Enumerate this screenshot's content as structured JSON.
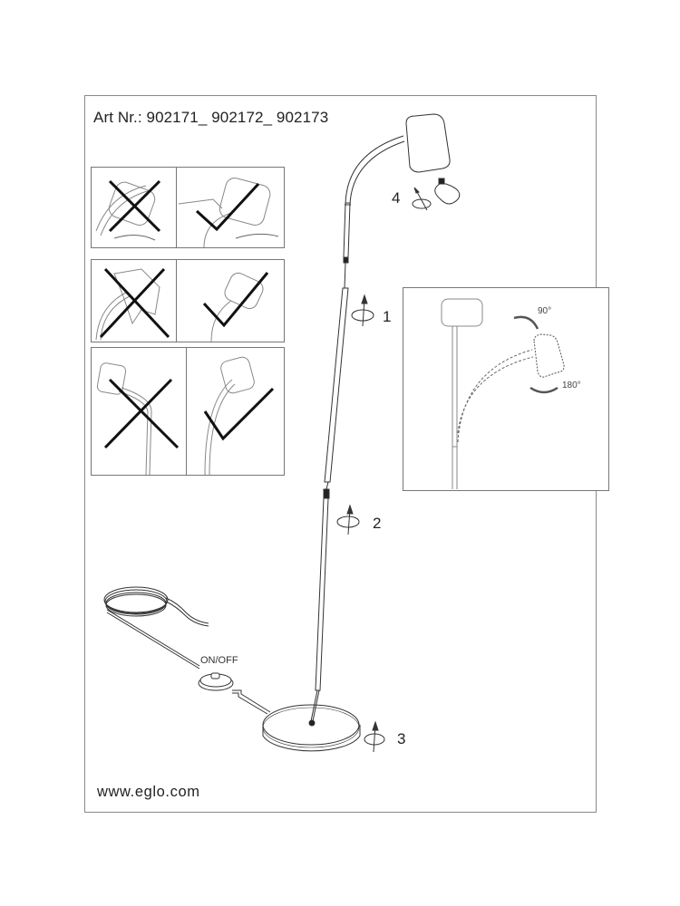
{
  "document": {
    "header": {
      "article_number": "Art Nr.:  902171_ 902172_ 902173"
    },
    "footer": {
      "website": "www.eglo.com"
    },
    "steps": [
      {
        "number": "1",
        "action": "rotate-to-screw",
        "part": "upper pole joint"
      },
      {
        "number": "2",
        "action": "rotate-to-screw",
        "part": "lower pole joint"
      },
      {
        "number": "3",
        "action": "rotate-to-screw",
        "part": "base"
      },
      {
        "number": "4",
        "action": "rotate-to-screw",
        "part": "light bulb"
      }
    ],
    "switch_label": "ON/OFF",
    "adjustment": {
      "tilt_angle": "90°",
      "rotate_angle": "180°"
    },
    "do_dont_panels": [
      {
        "row": 1,
        "wrong": "adjusting shade by pulling gooseneck",
        "right": "adjusting shade by holding lamp head"
      },
      {
        "row": 2,
        "wrong": "covering lamp head with cloth",
        "right": "lamp head uncovered"
      },
      {
        "row": 3,
        "wrong": "gooseneck bent sharply",
        "right": "gooseneck in gentle curve"
      }
    ]
  }
}
